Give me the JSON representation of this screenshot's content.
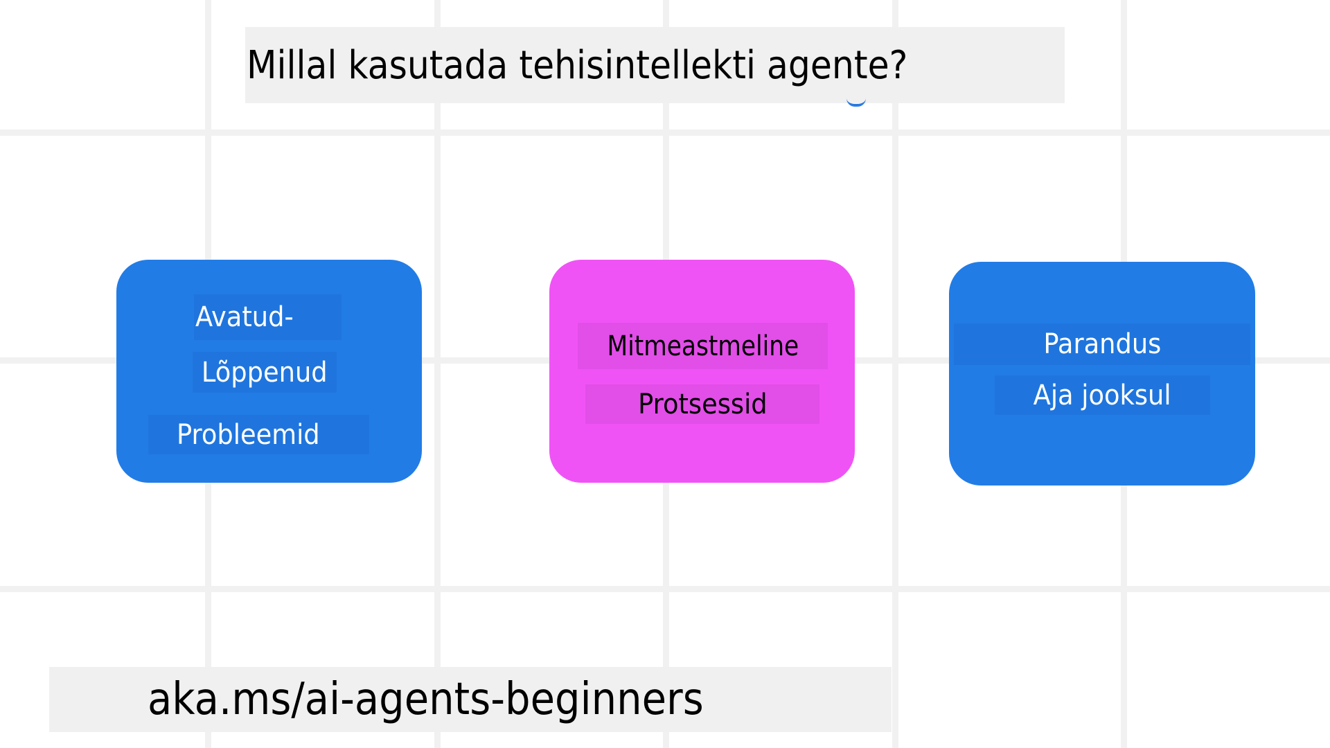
{
  "title": "Millal kasutada tehisintellekti agente?",
  "url": "aka.ms/ai-agents-beginners",
  "colors": {
    "background": "#ffffff",
    "grid": "#f1f1f1",
    "label_bar": "#f0f0f0",
    "card_blue": "#227ce6",
    "card_pink": "#f053f5",
    "chip_blue": "#1f75dd",
    "chip_pink": "#e24ee8"
  },
  "cards": [
    {
      "color": "blue",
      "lines": [
        "Avatud-",
        "Lõppenud",
        "Probleemid"
      ]
    },
    {
      "color": "pink",
      "lines": [
        "Mitmeastmeline",
        "Protsessid"
      ]
    },
    {
      "color": "blue",
      "lines": [
        "Parandus",
        "Aja jooksul"
      ]
    }
  ]
}
